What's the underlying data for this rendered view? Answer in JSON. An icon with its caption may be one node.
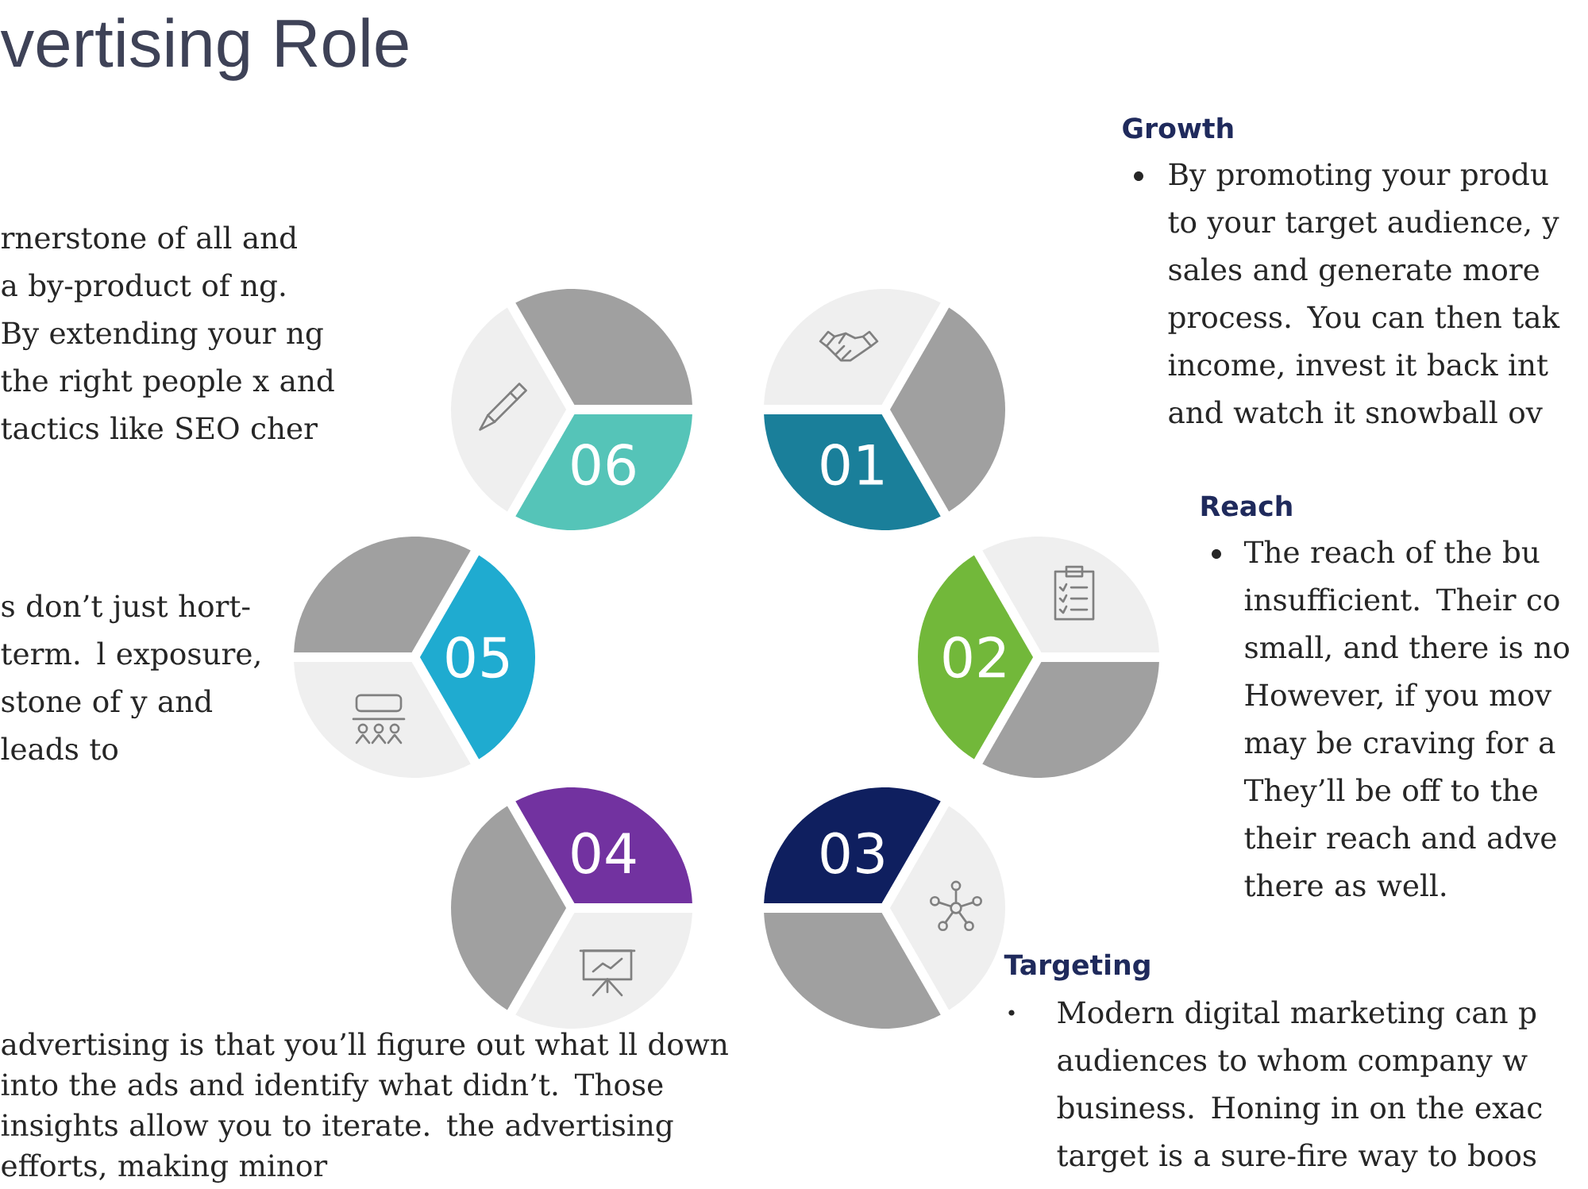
{
  "diagram": {
    "title": "vertising Role",
    "nodes": [
      {
        "text": [
          "01"
        ],
        "beside": [
          "Growth",
          "By promoting your produ to your target audience, y sales and generate more process. You can then tak income, invest it back int and watch it snowball ov"
        ]
      },
      {
        "text": [
          "02"
        ],
        "beside": [
          "Reach",
          "The reach of the bu insufficient. Their co small, and there is no However, if you mov may be craving for a They’ll be off to the their reach and adve there as well."
        ]
      },
      {
        "text": [
          "03"
        ],
        "beside": [
          "Targeting",
          "Modern digital marketing can p audiences to whom company w business. Honing in on the exac target is a sure-fire way to boos"
        ]
      },
      {
        "text": [
          "04"
        ],
        "beside": [
          "advertising is that you’ll figure out what ll down into the ads and identify what didn’t. Those insights allow you to iterate. the advertising efforts, making minor"
        ]
      },
      {
        "text": [
          "05"
        ],
        "beside": [
          "s don’t just hort-term. l exposure, stone of y and leads to"
        ]
      },
      {
        "text": [
          "06"
        ],
        "beside": [
          "rnerstone of all and a by-product of ng. By extending your ng the right people x and tactics like SEO cher"
        ]
      }
    ]
  }
}
